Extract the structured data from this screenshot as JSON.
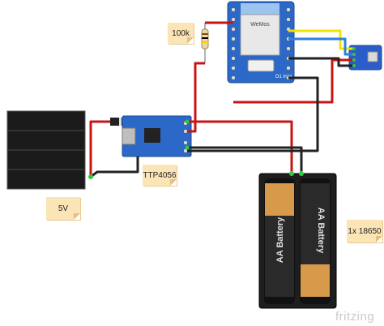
{
  "notes": {
    "resistor": "100k",
    "charger": "TTP4056",
    "solar": "5V",
    "battery": "1x 18650"
  },
  "battery_labels": [
    "AA Battery",
    "AA Battery"
  ],
  "board_label": "D1 mini",
  "board_logo": "WeMos",
  "watermark": "fritzing",
  "colors": {
    "wire_red": "#c81414",
    "wire_black": "#222222",
    "wire_yellow": "#f2e400",
    "wire_blue": "#2f7fe0",
    "board_blue": "#2b68c8",
    "battery_gold": "#d79a4a"
  }
}
